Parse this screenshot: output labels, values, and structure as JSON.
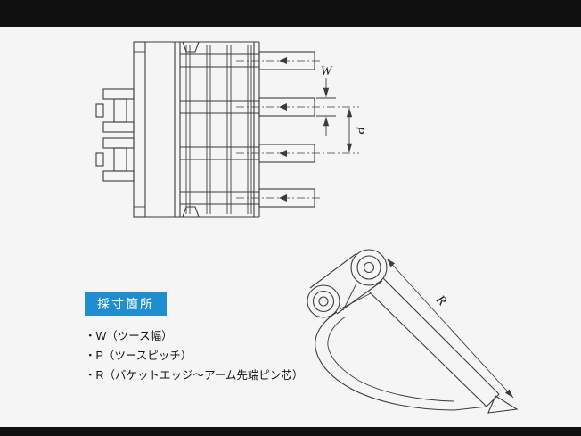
{
  "page": {
    "background": "#f5f5f5",
    "letterbox_color": "#101010",
    "line_color": "#3c3c3c"
  },
  "legend": {
    "title": "採寸箇所",
    "title_bg": "#1f8dd0",
    "title_color": "#ffffff",
    "items": [
      "・W（ツース幅）",
      "・P（ツースピッチ）",
      "・R（バケットエッジ～アーム先端ピン芯）"
    ]
  },
  "dimension_labels": {
    "width": "W",
    "pitch": "P",
    "reach": "R"
  }
}
